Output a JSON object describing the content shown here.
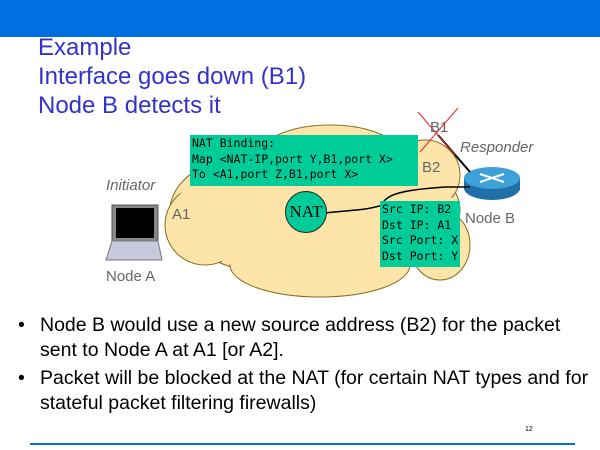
{
  "title": {
    "lines": [
      "Example",
      "Interface goes down (B1)",
      "Node B detects it"
    ]
  },
  "diagram": {
    "nat_binding": "NAT Binding:\nMap <NAT-IP,port Y,B1,port X>\nTo <A1,port Z,B1,port X>",
    "packet": "Src IP: B2\nDst IP: A1\nSrc Port: X\nDst Port: Y",
    "nat_label": "NAT",
    "initiator": "Initiator",
    "responder": "Responder",
    "node_a": "Node A",
    "node_b": "Node B",
    "a1": "A1",
    "b1": "B1",
    "b2": "B2",
    "colors": {
      "cloud": "#fde5aa",
      "box": "#00cc99",
      "accent": "#0070e0",
      "title": "#3333cc"
    }
  },
  "bullets": [
    "Node B would use a new source address (B2) for the packet sent to Node A at A1 [or A2].",
    "Packet will be blocked at the NAT (for certain NAT types and for stateful packet filtering firewalls)"
  ],
  "page_number": "12"
}
